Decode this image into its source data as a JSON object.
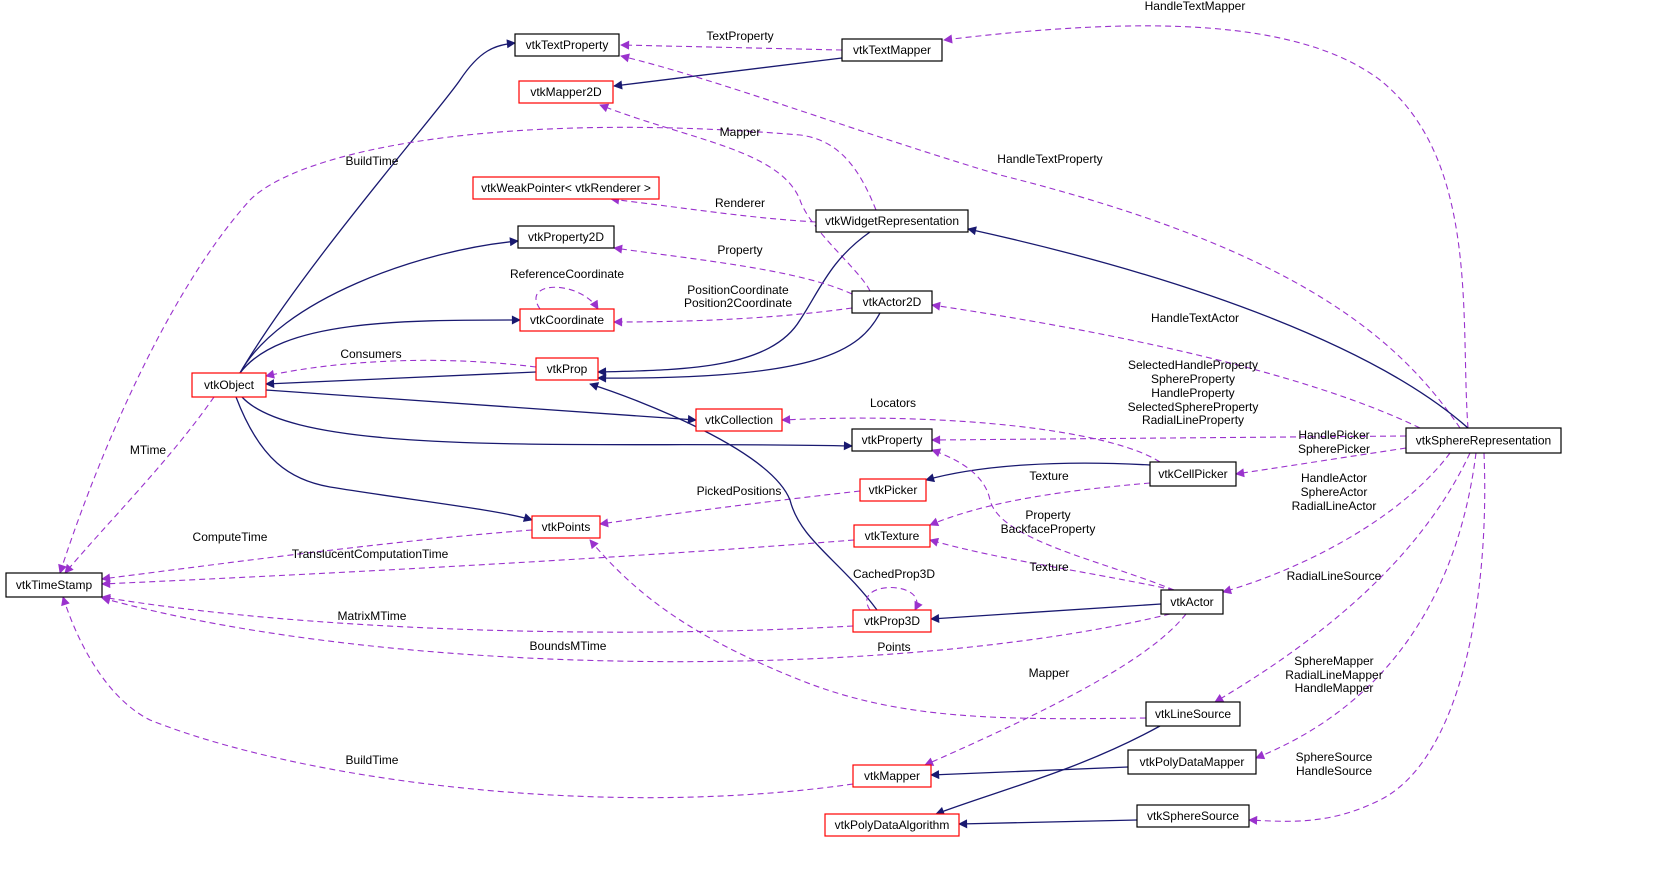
{
  "diagram": {
    "colors": {
      "complete_border": "#000000",
      "truncated_border": "#ff0000",
      "focus_fill": "#bfbfbf",
      "inheritance_edge": "#191970",
      "usage_edge": "#9a32cd"
    },
    "nodes": [
      {
        "id": "vtkTextProperty",
        "label": "vtkTextProperty",
        "kind": "complete"
      },
      {
        "id": "vtkTextMapper",
        "label": "vtkTextMapper",
        "kind": "complete"
      },
      {
        "id": "vtkMapper2D",
        "label": "vtkMapper2D",
        "kind": "truncated"
      },
      {
        "id": "vtkWeakPointer",
        "label": "vtkWeakPointer< vtkRenderer >",
        "kind": "truncated"
      },
      {
        "id": "vtkWidgetRepresentation",
        "label": "vtkWidgetRepresentation",
        "kind": "complete"
      },
      {
        "id": "vtkProperty2D",
        "label": "vtkProperty2D",
        "kind": "complete"
      },
      {
        "id": "vtkActor2D",
        "label": "vtkActor2D",
        "kind": "complete"
      },
      {
        "id": "vtkCoordinate",
        "label": "vtkCoordinate",
        "kind": "truncated"
      },
      {
        "id": "vtkObject",
        "label": "vtkObject",
        "kind": "truncated"
      },
      {
        "id": "vtkProp",
        "label": "vtkProp",
        "kind": "truncated"
      },
      {
        "id": "vtkCollection",
        "label": "vtkCollection",
        "kind": "truncated"
      },
      {
        "id": "vtkProperty",
        "label": "vtkProperty",
        "kind": "complete"
      },
      {
        "id": "vtkSphereRepresentation",
        "label": "vtkSphereRepresentation",
        "kind": "focus"
      },
      {
        "id": "vtkCellPicker",
        "label": "vtkCellPicker",
        "kind": "complete"
      },
      {
        "id": "vtkPicker",
        "label": "vtkPicker",
        "kind": "truncated"
      },
      {
        "id": "vtkPoints",
        "label": "vtkPoints",
        "kind": "truncated"
      },
      {
        "id": "vtkTexture",
        "label": "vtkTexture",
        "kind": "truncated"
      },
      {
        "id": "vtkTimeStamp",
        "label": "vtkTimeStamp",
        "kind": "complete"
      },
      {
        "id": "vtkActor",
        "label": "vtkActor",
        "kind": "complete"
      },
      {
        "id": "vtkProp3D",
        "label": "vtkProp3D",
        "kind": "truncated"
      },
      {
        "id": "vtkLineSource",
        "label": "vtkLineSource",
        "kind": "complete"
      },
      {
        "id": "vtkPolyDataMapper",
        "label": "vtkPolyDataMapper",
        "kind": "complete"
      },
      {
        "id": "vtkMapper",
        "label": "vtkMapper",
        "kind": "truncated"
      },
      {
        "id": "vtkSphereSource",
        "label": "vtkSphereSource",
        "kind": "complete"
      },
      {
        "id": "vtkPolyDataAlgorithm",
        "label": "vtkPolyDataAlgorithm",
        "kind": "truncated"
      }
    ],
    "edges": [
      {
        "id": "e1",
        "from": "vtkObject",
        "to": "vtkTextProperty",
        "type": "inheritance",
        "label": []
      },
      {
        "id": "e2",
        "from": "vtkTextProperty",
        "to": "vtkTextMapper",
        "type": "usage",
        "label": [
          "TextProperty"
        ]
      },
      {
        "id": "e3",
        "from": "vtkMapper2D",
        "to": "vtkTextMapper",
        "type": "inheritance",
        "label": []
      },
      {
        "id": "e4",
        "from": "vtkTextMapper",
        "to": "vtkSphereRepresentation",
        "type": "usage",
        "label": [
          "HandleTextMapper"
        ]
      },
      {
        "id": "e5",
        "from": "vtkTextProperty",
        "to": "vtkSphereRepresentation",
        "type": "usage",
        "label": [
          "HandleTextProperty"
        ]
      },
      {
        "id": "e6",
        "from": "vtkMapper2D",
        "to": "vtkActor2D",
        "type": "usage",
        "label": [
          "Mapper"
        ]
      },
      {
        "id": "e7",
        "from": "vtkTimeStamp",
        "to": "vtkWidgetRepresentation",
        "type": "usage",
        "label": [
          "BuildTime"
        ]
      },
      {
        "id": "e8",
        "from": "vtkWeakPointer",
        "to": "vtkWidgetRepresentation",
        "type": "usage",
        "label": [
          "Renderer"
        ]
      },
      {
        "id": "e9",
        "from": "vtkWidgetRepresentation",
        "to": "vtkSphereRepresentation",
        "type": "inheritance",
        "label": []
      },
      {
        "id": "e10",
        "from": "vtkProp",
        "to": "vtkWidgetRepresentation",
        "type": "inheritance",
        "label": []
      },
      {
        "id": "e11",
        "from": "vtkObject",
        "to": "vtkProperty2D",
        "type": "inheritance",
        "label": []
      },
      {
        "id": "e12",
        "from": "vtkProperty2D",
        "to": "vtkActor2D",
        "type": "usage",
        "label": [
          "Property"
        ]
      },
      {
        "id": "e13",
        "from": "vtkCoordinate",
        "to": "vtkCoordinate",
        "type": "usage",
        "label": [
          "ReferenceCoordinate"
        ]
      },
      {
        "id": "e14",
        "from": "vtkCoordinate",
        "to": "vtkActor2D",
        "type": "usage",
        "label": [
          "PositionCoordinate",
          "Position2Coordinate"
        ]
      },
      {
        "id": "e15",
        "from": "vtkObject",
        "to": "vtkCoordinate",
        "type": "inheritance",
        "label": []
      },
      {
        "id": "e16",
        "from": "vtkActor2D",
        "to": "vtkSphereRepresentation",
        "type": "usage",
        "label": [
          "HandleTextActor"
        ]
      },
      {
        "id": "e17",
        "from": "vtkProp",
        "to": "vtkActor2D",
        "type": "inheritance",
        "label": []
      },
      {
        "id": "e18",
        "from": "vtkObject",
        "to": "vtkProp",
        "type": "usage",
        "label": [
          "Consumers"
        ]
      },
      {
        "id": "e19",
        "from": "vtkObject",
        "to": "vtkProp",
        "type": "inheritance",
        "label": []
      },
      {
        "id": "e20",
        "from": "vtkObject",
        "to": "vtkCollection",
        "type": "inheritance",
        "label": []
      },
      {
        "id": "e21",
        "from": "vtkCollection",
        "to": "vtkCellPicker",
        "type": "usage",
        "label": [
          "Locators"
        ]
      },
      {
        "id": "e22",
        "from": "vtkObject",
        "to": "vtkProperty",
        "type": "inheritance",
        "label": []
      },
      {
        "id": "e23",
        "from": "vtkProperty",
        "to": "vtkSphereRepresentation",
        "type": "usage",
        "label": [
          "SelectedHandleProperty",
          "SphereProperty",
          "HandleProperty",
          "SelectedSphereProperty",
          "RadialLineProperty"
        ]
      },
      {
        "id": "e24",
        "from": "vtkCellPicker",
        "to": "vtkSphereRepresentation",
        "type": "usage",
        "label": [
          "HandlePicker",
          "SpherePicker"
        ]
      },
      {
        "id": "e25",
        "from": "vtkPicker",
        "to": "vtkCellPicker",
        "type": "inheritance",
        "label": []
      },
      {
        "id": "e26",
        "from": "vtkTimeStamp",
        "to": "vtkObject",
        "type": "usage",
        "label": [
          "MTime"
        ]
      },
      {
        "id": "e27",
        "from": "vtkObject",
        "to": "vtkPoints",
        "type": "inheritance",
        "label": []
      },
      {
        "id": "e28",
        "from": "vtkPoints",
        "to": "vtkPicker",
        "type": "usage",
        "label": [
          "PickedPositions"
        ]
      },
      {
        "id": "e29",
        "from": "vtkTexture",
        "to": "vtkCellPicker",
        "type": "usage",
        "label": [
          "Texture"
        ]
      },
      {
        "id": "e30",
        "from": "vtkProperty",
        "to": "vtkActor",
        "type": "usage",
        "label": [
          "Property",
          "BackfaceProperty"
        ]
      },
      {
        "id": "e31",
        "from": "vtkActor",
        "to": "vtkSphereRepresentation",
        "type": "usage",
        "label": [
          "HandleActor",
          "SphereActor",
          "RadialLineActor"
        ]
      },
      {
        "id": "e32",
        "from": "vtkTimeStamp",
        "to": "vtkPoints",
        "type": "usage",
        "label": [
          "ComputeTime"
        ]
      },
      {
        "id": "e33",
        "from": "vtkTimeStamp",
        "to": "vtkTexture",
        "type": "usage",
        "label": [
          "TranslucentComputationTime"
        ]
      },
      {
        "id": "e34",
        "from": "vtkTexture",
        "to": "vtkActor",
        "type": "usage",
        "label": [
          "Texture"
        ]
      },
      {
        "id": "e35",
        "from": "vtkProp",
        "to": "vtkProp3D",
        "type": "inheritance",
        "label": []
      },
      {
        "id": "e36",
        "from": "vtkProp3D",
        "to": "vtkProp3D",
        "type": "usage",
        "label": [
          "CachedProp3D"
        ]
      },
      {
        "id": "e37",
        "from": "vtkProp3D",
        "to": "vtkActor",
        "type": "inheritance",
        "label": []
      },
      {
        "id": "e38",
        "from": "vtkLineSource",
        "to": "vtkSphereRepresentation",
        "type": "usage",
        "label": [
          "RadialLineSource"
        ]
      },
      {
        "id": "e39",
        "from": "vtkTimeStamp",
        "to": "vtkProp3D",
        "type": "usage",
        "label": [
          "MatrixMTime"
        ]
      },
      {
        "id": "e40",
        "from": "vtkTimeStamp",
        "to": "vtkActor",
        "type": "usage",
        "label": [
          "BoundsMTime"
        ]
      },
      {
        "id": "e41",
        "from": "vtkPoints",
        "to": "vtkLineSource",
        "type": "usage",
        "label": [
          "Points"
        ]
      },
      {
        "id": "e42",
        "from": "vtkMapper",
        "to": "vtkActor",
        "type": "usage",
        "label": [
          "Mapper"
        ]
      },
      {
        "id": "e43",
        "from": "vtkPolyDataMapper",
        "to": "vtkSphereRepresentation",
        "type": "usage",
        "label": [
          "SphereMapper",
          "RadialLineMapper",
          "HandleMapper"
        ]
      },
      {
        "id": "e44",
        "from": "vtkTimeStamp",
        "to": "vtkMapper",
        "type": "usage",
        "label": [
          "BuildTime"
        ]
      },
      {
        "id": "e45",
        "from": "vtkMapper",
        "to": "vtkPolyDataMapper",
        "type": "inheritance",
        "label": []
      },
      {
        "id": "e46",
        "from": "vtkPolyDataAlgorithm",
        "to": "vtkLineSource",
        "type": "inheritance",
        "label": []
      },
      {
        "id": "e47",
        "from": "vtkPolyDataAlgorithm",
        "to": "vtkSphereSource",
        "type": "inheritance",
        "label": []
      },
      {
        "id": "e48",
        "from": "vtkSphereSource",
        "to": "vtkSphereRepresentation",
        "type": "usage",
        "label": [
          "SphereSource",
          "HandleSource"
        ]
      }
    ]
  }
}
